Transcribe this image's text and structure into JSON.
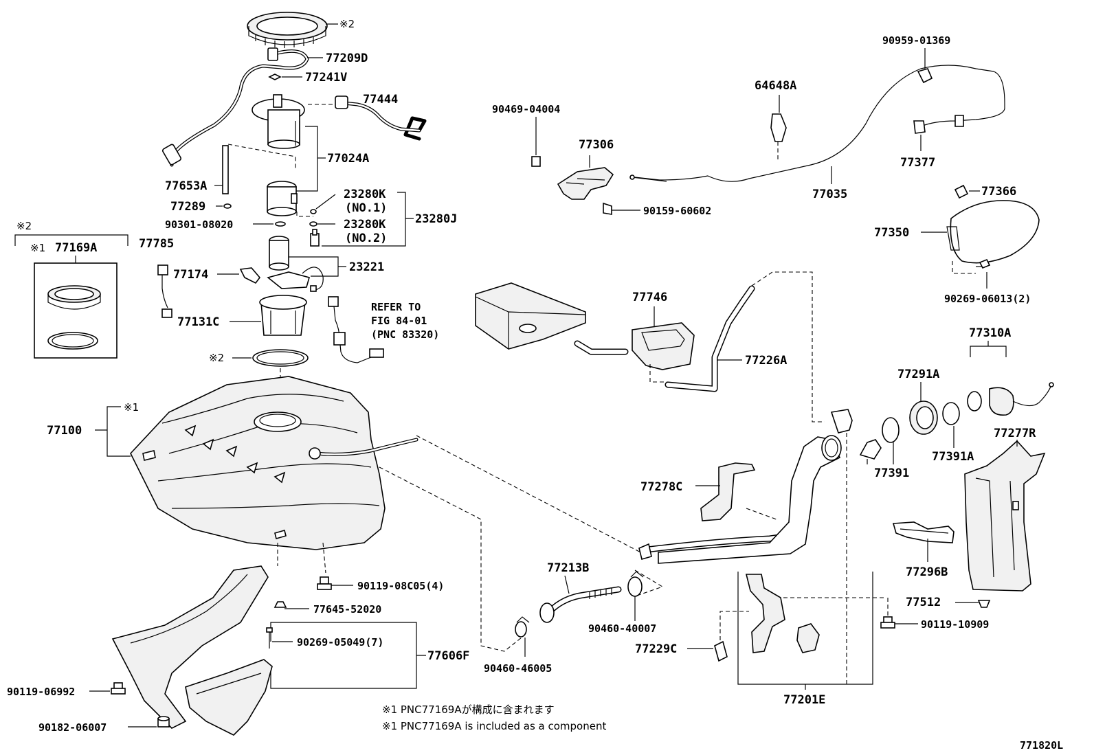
{
  "diagram_code": "771820L",
  "labels": {
    "l77209D": "77209D",
    "l77241V": "77241V",
    "l77444": "77444",
    "l77024A": "77024A",
    "l77653A": "77653A",
    "l77289": "77289",
    "l90301": "90301-08020",
    "l23280K1": "23280K",
    "l23280K1sub": "(NO.1)",
    "l23280K2": "23280K",
    "l23280K2sub": "(NO.2)",
    "l23280J": "23280J",
    "l23221": "23221",
    "l77174": "77174",
    "l77131C": "77131C",
    "l77785": "77785",
    "l77169A": "77169A",
    "l77100": "77100",
    "refer1": "REFER TO",
    "refer2": "FIG 84-01",
    "refer3": "(PNC 83320)",
    "l90469": "90469-04004",
    "l77306": "77306",
    "l90159": "90159-60602",
    "l64648A": "64648A",
    "l77035": "77035",
    "l90959": "90959-01369",
    "l77377": "77377",
    "l77366": "77366",
    "l77350": "77350",
    "l90269_06013": "90269-06013(2)",
    "l77746": "77746",
    "l77226A": "77226A",
    "l77310A": "77310A",
    "l77291A": "77291A",
    "l77277R": "77277R",
    "l77391A": "77391A",
    "l77391": "77391",
    "l77278C": "77278C",
    "l77213B": "77213B",
    "l90460_40007": "90460-40007",
    "l77229C": "77229C",
    "l77201E": "77201E",
    "l77296B": "77296B",
    "l77512": "77512",
    "l90119_10909": "90119-10909",
    "l90119_08C05": "90119-08C05(4)",
    "l77645": "77645-52020",
    "l90269_05049": "90269-05049(7)",
    "l77606F": "77606F",
    "l90460_46005": "90460-46005",
    "l90119_06992": "90119-06992",
    "l90182": "90182-06007"
  },
  "marks": {
    "m2a": "※2",
    "m2b": "※2",
    "m2c": "※2",
    "m1a": "※1",
    "m1b": "※1"
  },
  "notes": {
    "jp": "※1 PNC77169Aが構成に含まれます",
    "en": "※1 PNC77169A is included as a component"
  }
}
